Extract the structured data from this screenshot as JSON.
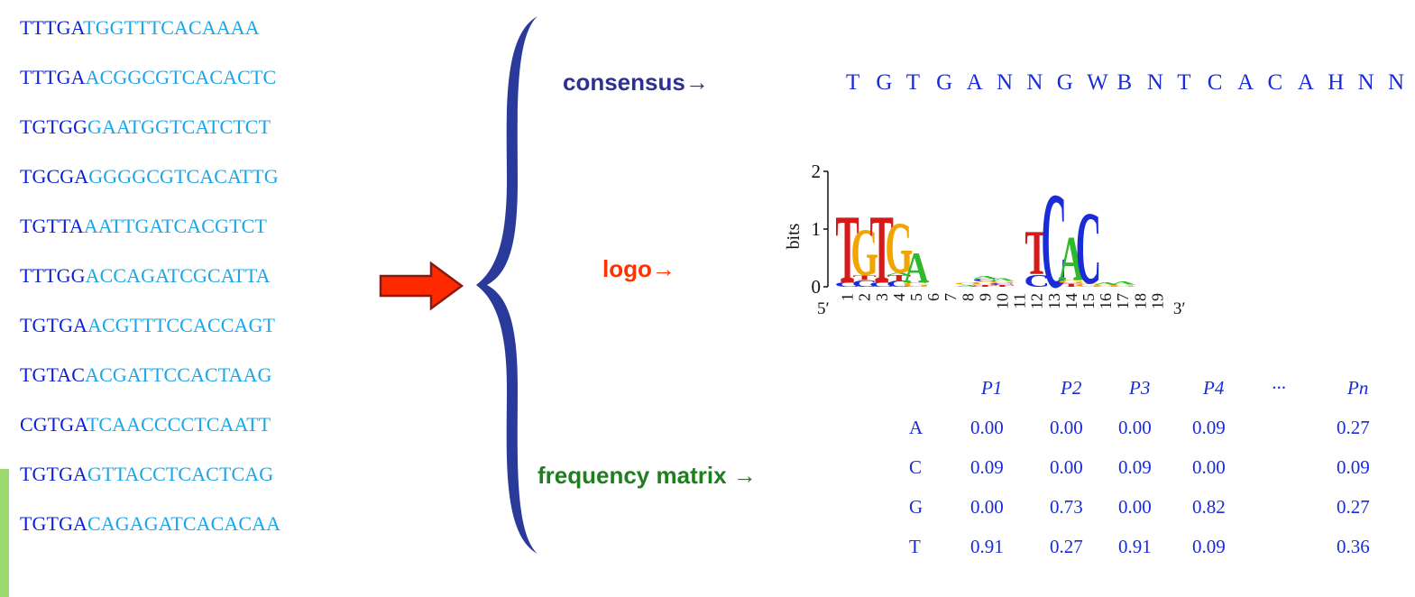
{
  "sequences": [
    [
      "TTTGA",
      "TGGTTTCAC",
      "AAAA"
    ],
    [
      "TTTGA",
      "ACGGCGTCAC",
      "ACTC"
    ],
    [
      "TGTGG",
      "GAATGGTCAT",
      "CTCT"
    ],
    [
      "TGCGA",
      "GGGGCGTCAC",
      "ATTG"
    ],
    [
      "TGTTA",
      "AATTGATCAC",
      "GTCT"
    ],
    [
      "TTTGG",
      "ACCAGATCGC",
      "ATTA"
    ],
    [
      "TGTGA",
      "ACGTTTCCAC",
      "CAGT"
    ],
    [
      "TGTAC",
      "ACGATTCCAC",
      "TAAG"
    ],
    [
      "CGTGA",
      "TCAACCCCTC",
      "AATT"
    ],
    [
      "TGTGA",
      "GTTACCTCAC",
      "TCAG"
    ],
    [
      "TGTGA",
      "CAGAGATCAC",
      "ACAA"
    ]
  ],
  "labels": {
    "consensus": "consensus→",
    "logo": "logo→",
    "frequency_matrix": "frequency matrix →"
  },
  "consensus_letters": [
    "T",
    "G",
    "T",
    "G",
    "A",
    "N",
    "N",
    "G",
    "W",
    "B",
    "N",
    "T",
    "C",
    "A",
    "C",
    "A",
    "H",
    "N",
    "N"
  ],
  "logo": {
    "y_axis_label": "bits",
    "y_ticks": [
      "0",
      "1",
      "2"
    ],
    "left_end": "5′",
    "right_end": "3′",
    "positions": [
      "1",
      "2",
      "3",
      "4",
      "5",
      "6",
      "7",
      "8",
      "9",
      "10",
      "11",
      "12",
      "13",
      "14",
      "15",
      "16",
      "17",
      "18",
      "19"
    ],
    "letter_colors": {
      "A": "#2eb82e",
      "C": "#1a2bd8",
      "G": "#f0a500",
      "T": "#d61a1a"
    },
    "stacks": [
      {
        "pos": 1,
        "letters": [
          [
            "C",
            0.08
          ],
          [
            "T",
            1.22
          ]
        ]
      },
      {
        "pos": 2,
        "letters": [
          [
            "C",
            0.12
          ],
          [
            "T",
            0.08
          ],
          [
            "G",
            0.85
          ]
        ]
      },
      {
        "pos": 3,
        "letters": [
          [
            "C",
            0.08
          ],
          [
            "T",
            1.22
          ]
        ]
      },
      {
        "pos": 4,
        "letters": [
          [
            "C",
            0.1
          ],
          [
            "T",
            0.1
          ],
          [
            "A",
            0.05
          ],
          [
            "G",
            0.92
          ]
        ]
      },
      {
        "pos": 5,
        "letters": [
          [
            "G",
            0.08
          ],
          [
            "A",
            0.55
          ]
        ]
      },
      {
        "pos": 8,
        "letters": [
          [
            "A",
            0.04
          ],
          [
            "G",
            0.03
          ]
        ]
      },
      {
        "pos": 9,
        "letters": [
          [
            "T",
            0.04
          ],
          [
            "G",
            0.05
          ],
          [
            "C",
            0.05
          ],
          [
            "A",
            0.05
          ]
        ]
      },
      {
        "pos": 10,
        "letters": [
          [
            "T",
            0.03
          ],
          [
            "C",
            0.03
          ],
          [
            "G",
            0.04
          ],
          [
            "A",
            0.05
          ]
        ]
      },
      {
        "pos": 12,
        "letters": [
          [
            "C",
            0.22
          ],
          [
            "T",
            0.8
          ]
        ]
      },
      {
        "pos": 13,
        "letters": [
          [
            "C",
            1.72
          ]
        ]
      },
      {
        "pos": 14,
        "letters": [
          [
            "T",
            0.06
          ],
          [
            "G",
            0.06
          ],
          [
            "A",
            0.8
          ]
        ]
      },
      {
        "pos": 15,
        "letters": [
          [
            "G",
            0.06
          ],
          [
            "C",
            1.3
          ]
        ]
      },
      {
        "pos": 16,
        "letters": [
          [
            "G",
            0.03
          ],
          [
            "A",
            0.05
          ]
        ]
      },
      {
        "pos": 17,
        "letters": [
          [
            "G",
            0.04
          ],
          [
            "A",
            0.06
          ]
        ]
      }
    ]
  },
  "matrix": {
    "columns": [
      "P1",
      "P2",
      "P3",
      "P4",
      "···",
      "Pn"
    ],
    "rows": [
      {
        "base": "A",
        "values": [
          "0.00",
          "0.00",
          "0.00",
          "0.09",
          "",
          "0.27"
        ]
      },
      {
        "base": "C",
        "values": [
          "0.09",
          "0.00",
          "0.09",
          "0.00",
          "",
          "0.09"
        ]
      },
      {
        "base": "G",
        "values": [
          "0.00",
          "0.73",
          "0.00",
          "0.82",
          "",
          "0.27"
        ]
      },
      {
        "base": "T",
        "values": [
          "0.91",
          "0.27",
          "0.91",
          "0.09",
          "",
          "0.36"
        ]
      }
    ]
  },
  "colors": {
    "seq_dark": "#0a1fd6",
    "seq_light": "#1aa6e8",
    "brace": "#2a3a9a",
    "arrow_fill": "#ff2a00",
    "arrow_stroke": "#8a1a10",
    "consensus_label": "#2e3192",
    "logo_label": "#ff3300",
    "matrix_label": "#1f7f1f"
  }
}
